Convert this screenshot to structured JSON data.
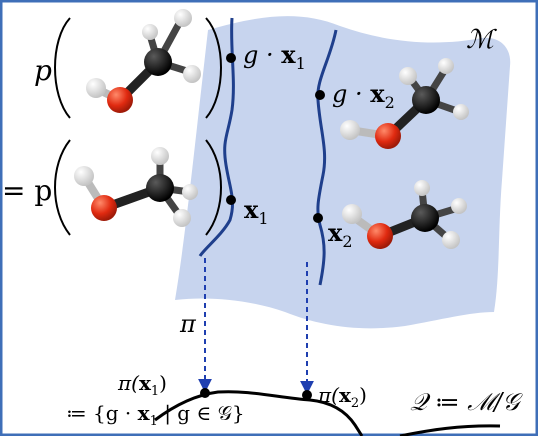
{
  "labels": {
    "manifold": "ℳ",
    "p1": "p",
    "p2": "= p",
    "gx1_prefix": "g · ",
    "gx1_x": "x",
    "gx1_sub": "1",
    "gx2_prefix": "g · ",
    "gx2_x": "x",
    "gx2_sub": "2",
    "x1_x": "x",
    "x1_sub": "1",
    "x2_x": "x",
    "x2_sub": "2",
    "pi": "π",
    "pix1_pre": "π(",
    "pix1_x": "x",
    "pix1_sub": "1",
    "pix1_post": ")",
    "orbit_pre": "≔ {g · ",
    "orbit_x": "x",
    "orbit_sub": "1",
    "orbit_post": " | g ∈ 𝒢}",
    "pix2_pre": "π(",
    "pix2_x": "x",
    "pix2_sub": "2",
    "pix2_post": ")",
    "quotient": "𝒬 ≔ ℳ/𝒢"
  },
  "colors": {
    "manifold_fill": "#c7d4ee",
    "orbit_line": "#1f3f8c",
    "arrow": "#1f3fb0",
    "border": "#3f6fb8",
    "carbon": "#111111",
    "oxygen": "#e02a10",
    "hydrogen": "#f4f4f4"
  }
}
